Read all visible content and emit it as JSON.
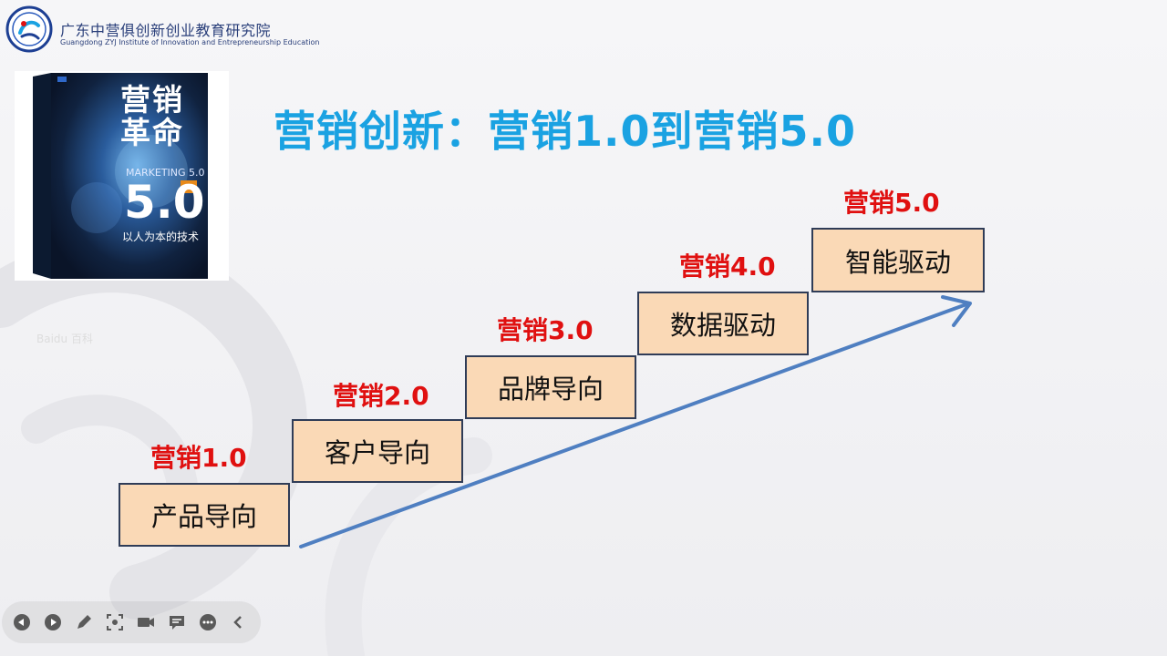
{
  "header": {
    "org_name_cn": "广东中营俱创新创业教育研究院",
    "org_name_en": "Guangdong ZYJ Institute of Innovation and Entrepreneurship Education"
  },
  "book": {
    "title_line1": "营销",
    "title_line2": "革命",
    "subtitle": "MARKETING 5.0",
    "number": "5.0",
    "tagline": "以人为本的技术",
    "watermark": "Baidu 百科"
  },
  "slide": {
    "title": "营销创新：营销1.0到营销5.0",
    "steps": [
      {
        "label": "营销1.0",
        "text": "产品导向"
      },
      {
        "label": "营销2.0",
        "text": "客户导向"
      },
      {
        "label": "营销3.0",
        "text": "品牌导向"
      },
      {
        "label": "营销4.0",
        "text": "数据驱动"
      },
      {
        "label": "营销5.0",
        "text": "智能驱动"
      }
    ]
  },
  "colors": {
    "title": "#1aa2e2",
    "step_fill": "#fad9b6",
    "step_border": "#2f3c57",
    "label": "#e01010",
    "arrow": "#4f7fc1"
  },
  "toolbar": {
    "icons": [
      "prev-icon",
      "next-icon",
      "pen-icon",
      "screenshot-icon",
      "camera-icon",
      "comment-icon",
      "more-icon",
      "collapse-icon"
    ]
  }
}
